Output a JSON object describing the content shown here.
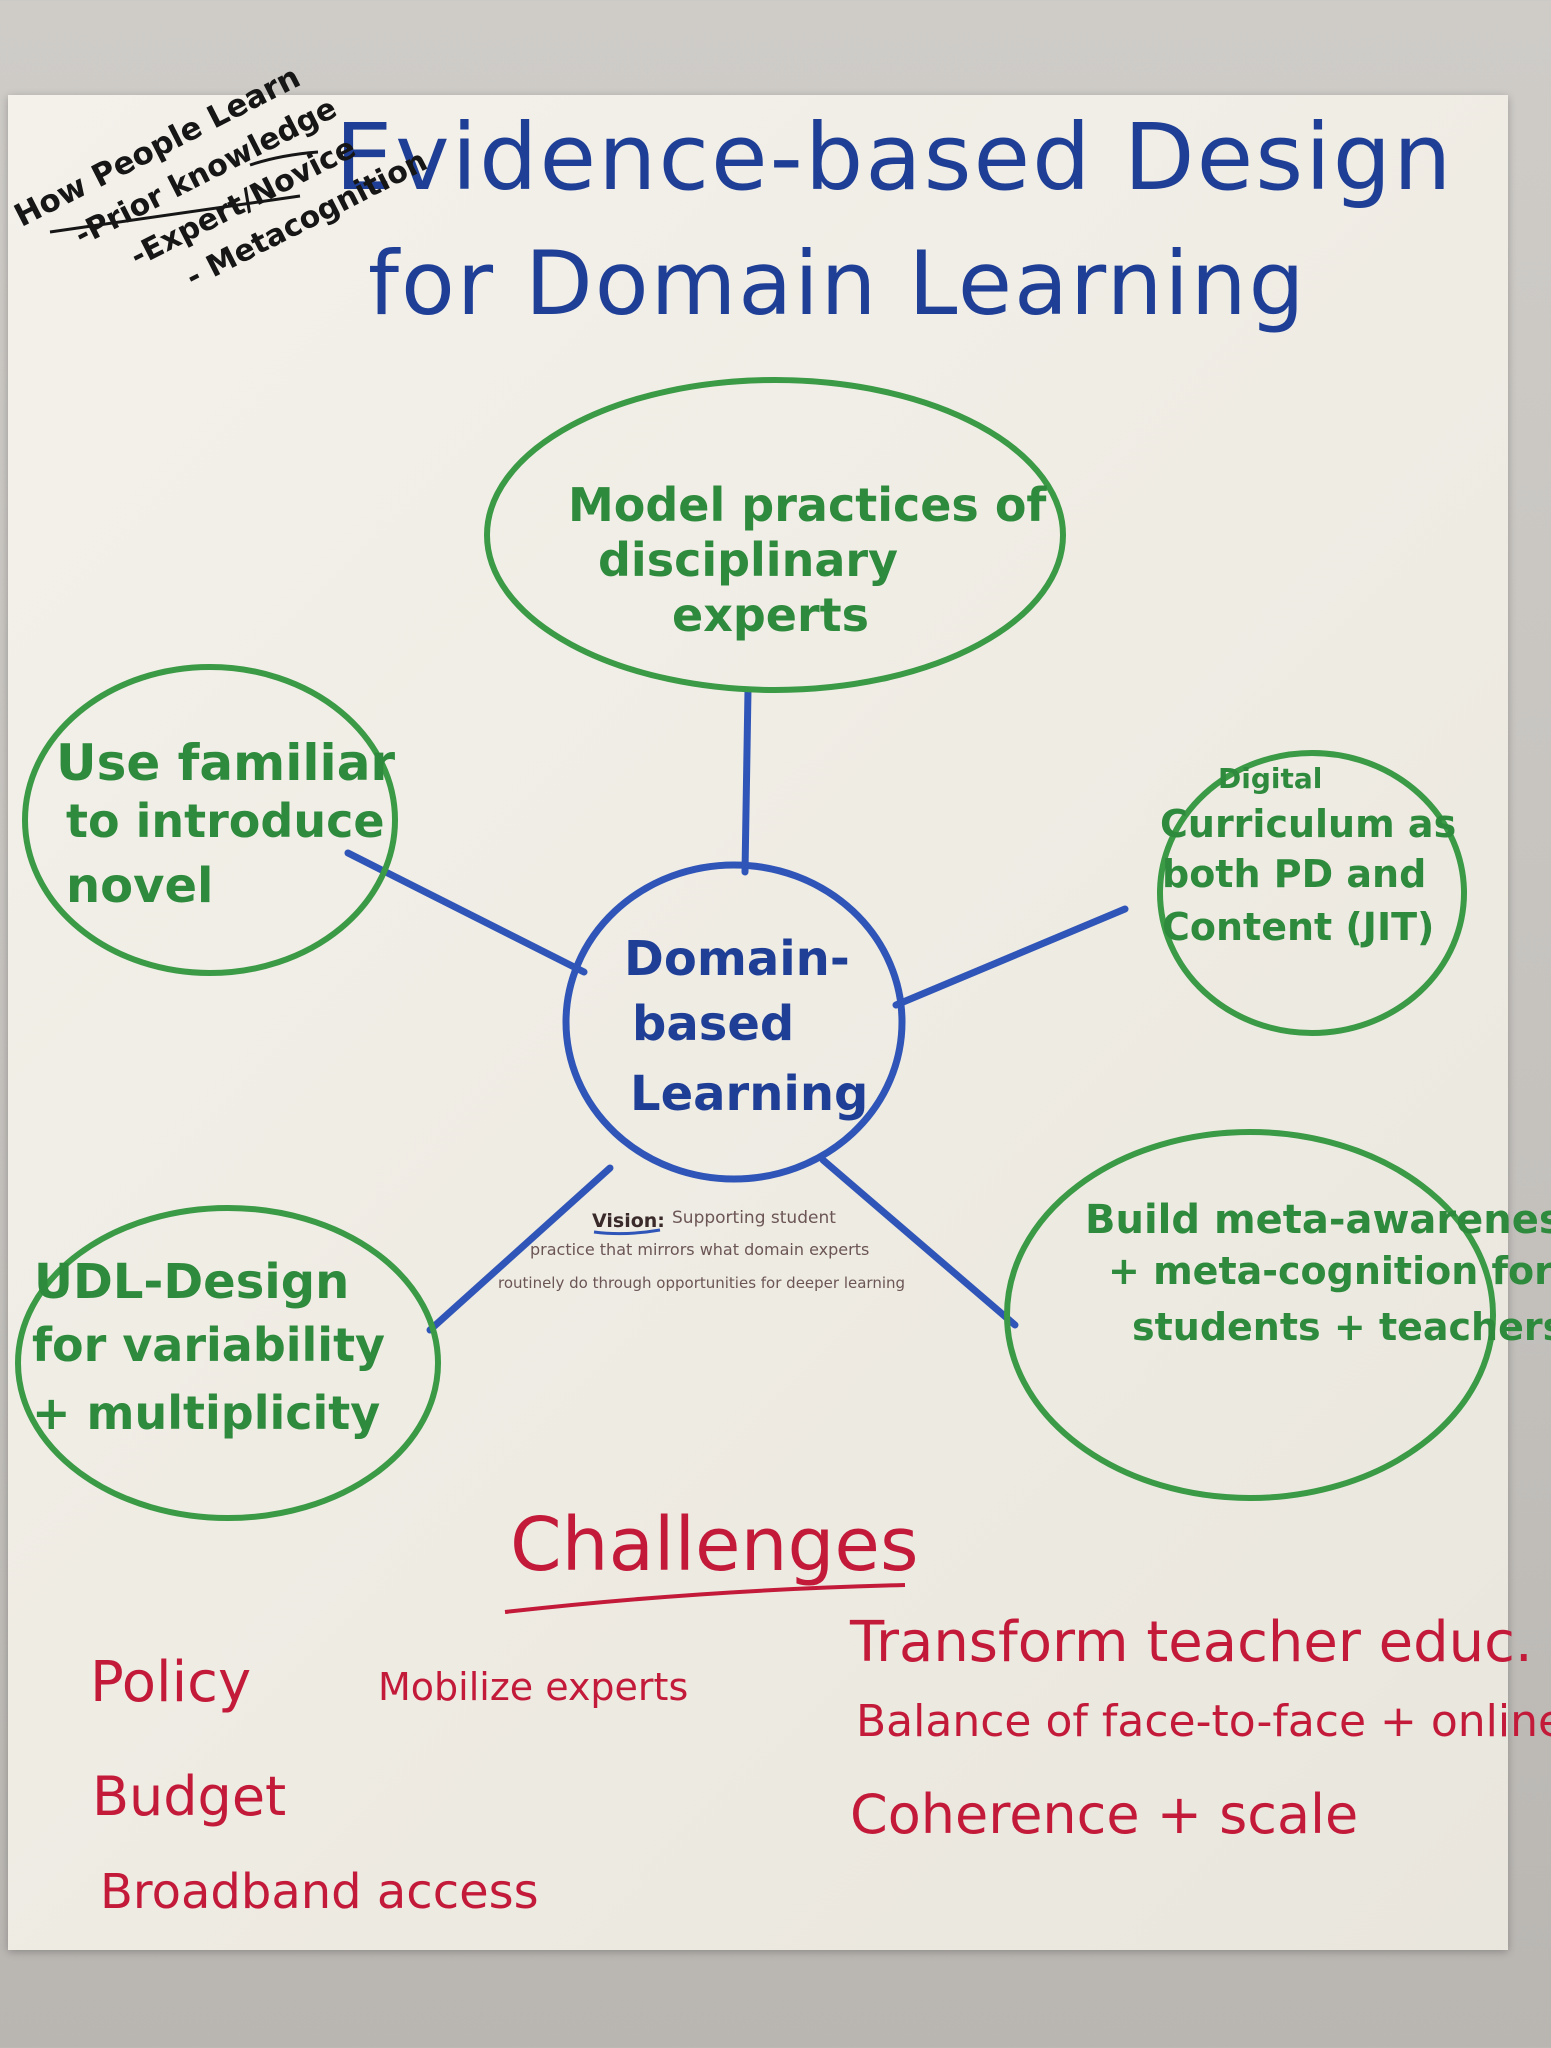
{
  "title": {
    "line1": "Evidence-based Design",
    "line2": "for Domain Learning"
  },
  "side_note": {
    "heading": "How People Learn",
    "items": [
      "-Prior knowledge",
      "-Expert/Novice",
      "- Metacognition"
    ]
  },
  "hub": {
    "lines": [
      "Domain-",
      "based",
      "Learning"
    ]
  },
  "nodes": {
    "top": [
      "Model practices of",
      "disciplinary",
      "experts"
    ],
    "left": [
      "Use familiar",
      "to introduce",
      "novel"
    ],
    "right_small": "Digital",
    "right": [
      "Curriculum as",
      "both PD and",
      "Content (JIT)"
    ],
    "bottom_left": [
      "UDL-Design",
      "for variability",
      "+ multiplicity"
    ],
    "bottom_right": [
      "Build meta-awareness",
      "+ meta-cognition for",
      "students + teachers"
    ]
  },
  "vision": {
    "label": "Vision:",
    "line1": "Supporting student",
    "line2": "practice that mirrors what domain experts",
    "line3": "routinely do through opportunities for deeper learning"
  },
  "challenges": {
    "heading": "Challenges",
    "left": [
      "Policy",
      "Budget",
      "Broadband access"
    ],
    "middle": "Mobilize experts",
    "right": [
      "Transform teacher educ.",
      "Balance of face-to-face + online",
      "Coherence + scale"
    ]
  },
  "colors": {
    "title": "#1f3f97",
    "spokes": "#2f55b8",
    "nodes": "#2e8a3c",
    "challenges": "#c31a3a",
    "note": "#161616"
  }
}
